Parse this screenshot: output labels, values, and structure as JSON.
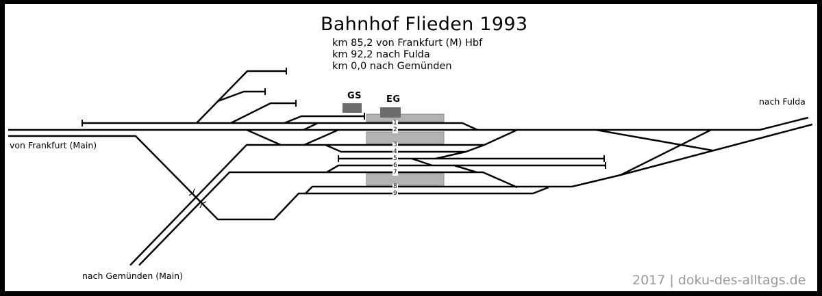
{
  "title": "Bahnhof Flieden 1993",
  "km_info": [
    "km 85,2 von Frankfurt (M) Hbf",
    "km 92,2 nach Fulda",
    "km 0,0 nach Gemünden"
  ],
  "directions": {
    "frankfurt": "von Frankfurt (Main)",
    "fulda": "nach Fulda",
    "gemuenden": "nach Gemünden (Main)"
  },
  "buildings": {
    "gs": "GS",
    "eg": "EG"
  },
  "tracks": [
    "1",
    "2",
    "3",
    "4",
    "5",
    "6",
    "7",
    "8",
    "9"
  ],
  "footer": "2017 | doku-des-alltags.de",
  "colors": {
    "track": "#000000",
    "platform": "#b3b3b3",
    "building": "#6b6b6b",
    "footer": "#999999"
  }
}
